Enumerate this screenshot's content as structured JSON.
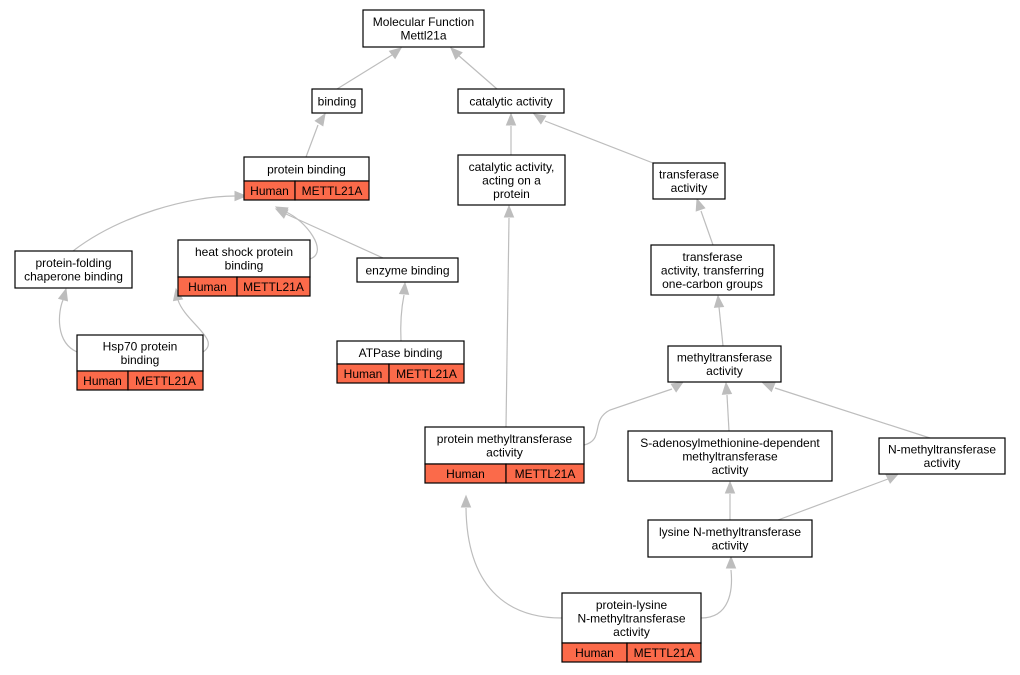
{
  "colors": {
    "annotation_fill": "#fb6a4a",
    "edge": "#bdbdbd",
    "node_fill": "#ffffff",
    "node_stroke": "#000000"
  },
  "nodes": {
    "root": {
      "lines": [
        "Molecular Function",
        "Mettl21a"
      ]
    },
    "binding": {
      "lines": [
        "binding"
      ]
    },
    "catalytic": {
      "lines": [
        "catalytic activity"
      ]
    },
    "protein_binding": {
      "lines": [
        "protein binding"
      ],
      "annotation": [
        "Human",
        "METTL21A"
      ]
    },
    "catalytic_protein": {
      "lines": [
        "catalytic activity,",
        "acting on a",
        "protein"
      ]
    },
    "transferase": {
      "lines": [
        "transferase",
        "activity"
      ]
    },
    "protein_folding": {
      "lines": [
        "protein-folding",
        "chaperone binding"
      ]
    },
    "heat_shock": {
      "lines": [
        "heat shock protein",
        "binding"
      ],
      "annotation": [
        "Human",
        "METTL21A"
      ]
    },
    "enzyme_binding": {
      "lines": [
        "enzyme binding"
      ]
    },
    "transferase_one_carbon": {
      "lines": [
        "transferase",
        "activity, transferring",
        "one-carbon groups"
      ]
    },
    "hsp70": {
      "lines": [
        "Hsp70 protein",
        "binding"
      ],
      "annotation": [
        "Human",
        "METTL21A"
      ]
    },
    "atpase": {
      "lines": [
        "ATPase binding"
      ],
      "annotation": [
        "Human",
        "METTL21A"
      ]
    },
    "methyltransferase": {
      "lines": [
        "methyltransferase",
        "activity"
      ]
    },
    "protein_methyltransferase": {
      "lines": [
        "protein methyltransferase",
        "activity"
      ],
      "annotation": [
        "Human",
        "METTL21A"
      ]
    },
    "sam_dependent": {
      "lines": [
        "S-adenosylmethionine-dependent",
        "methyltransferase",
        "activity"
      ]
    },
    "n_methyltransferase": {
      "lines": [
        "N-methyltransferase",
        "activity"
      ]
    },
    "lysine_n_methyltransferase": {
      "lines": [
        "lysine N-methyltransferase",
        "activity"
      ]
    },
    "protein_lysine_n_methyltransferase": {
      "lines": [
        "protein-lysine",
        "N-methyltransferase",
        "activity"
      ],
      "annotation": [
        "Human",
        "METTL21A"
      ]
    }
  }
}
